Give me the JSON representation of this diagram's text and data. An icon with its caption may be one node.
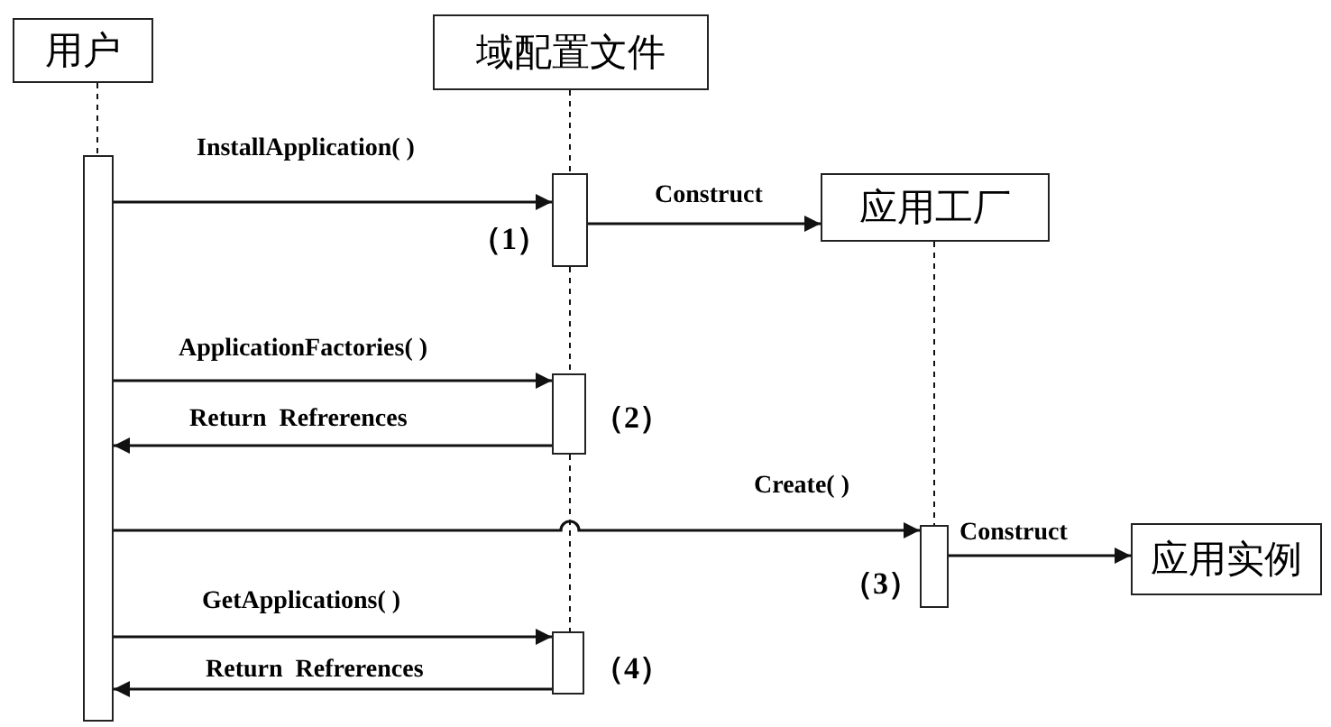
{
  "diagram": {
    "nodes": [
      {
        "text": [
          "用户"
        ]
      },
      {
        "text": [
          "域配置文件"
        ]
      },
      {
        "text": [
          "应用工厂"
        ]
      },
      {
        "text": [
          "应用实例"
        ]
      },
      {
        "text": [],
        "shape": "bar"
      },
      {
        "text": [],
        "shape": "bar",
        "beside": [
          "（1）"
        ]
      },
      {
        "text": [],
        "shape": "bar",
        "beside": [
          "（2）"
        ]
      },
      {
        "text": [],
        "shape": "bar",
        "beside": [
          "（3）"
        ]
      },
      {
        "text": [],
        "shape": "bar",
        "beside": [
          "（4）"
        ]
      }
    ],
    "edges": [
      {
        "from": 0,
        "to": 4,
        "arrow": "none",
        "style": "dashed"
      },
      {
        "from": 1,
        "to": 5,
        "arrow": "none",
        "style": "dashed"
      },
      {
        "from": 5,
        "to": 6,
        "arrow": "none",
        "style": "dashed"
      },
      {
        "from": 6,
        "to": 8,
        "arrow": "none",
        "style": "dashed"
      },
      {
        "from": 2,
        "to": 7,
        "arrow": "none",
        "style": "dashed"
      },
      {
        "from": 4,
        "to": 5,
        "arrow": "to",
        "label": "InstallApplication( )"
      },
      {
        "from": 5,
        "to": 2,
        "arrow": "to",
        "label": "Construct"
      },
      {
        "from": 4,
        "to": 6,
        "arrow": "to",
        "label": "ApplicationFactories( )"
      },
      {
        "from": 6,
        "to": 4,
        "arrow": "to",
        "label": "Return  Refrerences"
      },
      {
        "from": 4,
        "to": 7,
        "arrow": "to",
        "label": "Create( )"
      },
      {
        "from": 7,
        "to": 3,
        "arrow": "to",
        "label": "Construct"
      },
      {
        "from": 4,
        "to": 8,
        "arrow": "to",
        "label": "GetApplications( )"
      },
      {
        "from": 8,
        "to": 4,
        "arrow": "to",
        "label": "Return  Refrerences"
      }
    ]
  }
}
